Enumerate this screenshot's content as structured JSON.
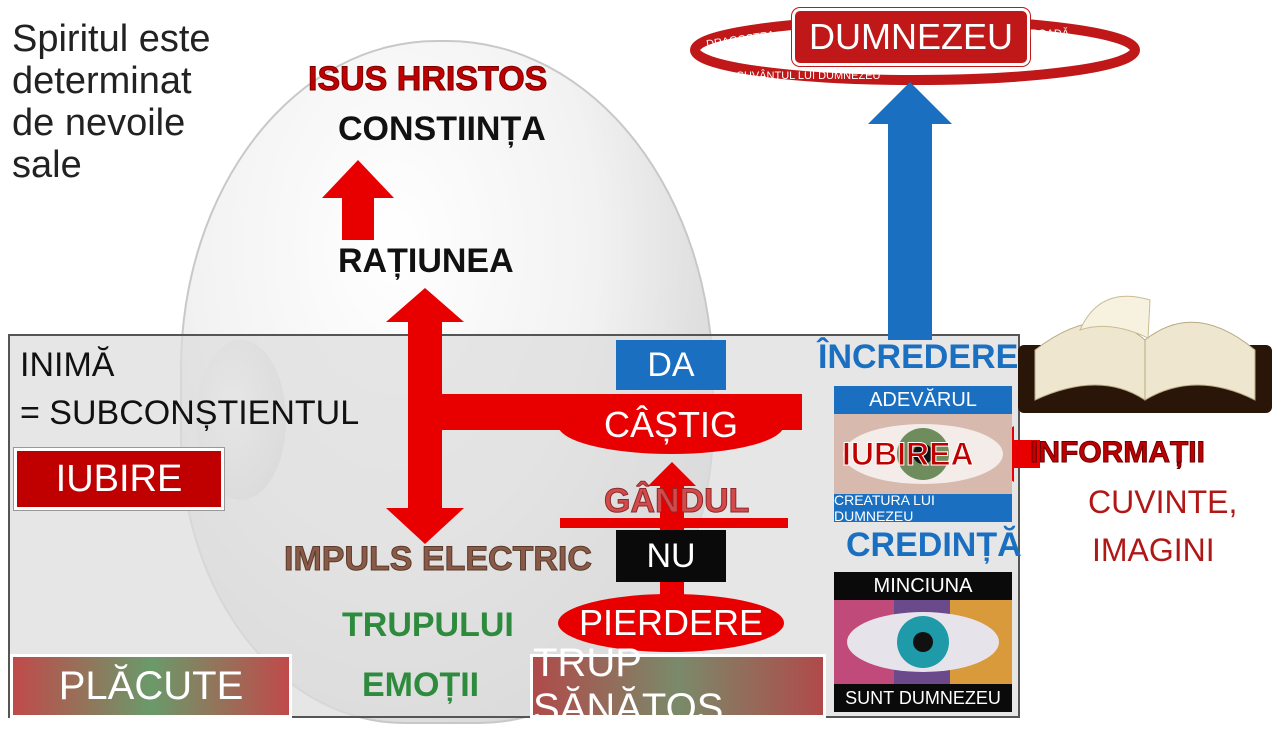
{
  "intro_text": "Spiritul este determinat de nevoile sale",
  "god": {
    "label": "DUMNEZEU",
    "ring_left": "DRAGOSTEA",
    "ring_right": "ROADĂ",
    "ring_bottom": "CUVÂNTUL LUI DUMNEZEU"
  },
  "head": {
    "isus": "ISUS HRISTOS",
    "constiinta": "CONSTIINȚA",
    "ratiunea": "RAȚIUNEA"
  },
  "heart": {
    "title": "INIMĂ",
    "subtitle": "= SUBCONȘTIENTUL",
    "iubire": "IUBIRE",
    "da": "DA",
    "castig": "CÂȘTIG",
    "gandul": "GÂNDUL",
    "nu": "NU",
    "pierdere": "PIERDERE",
    "impuls": "IMPULS ELECTRIC",
    "trupului": "TRUPULUI",
    "emotii": "EMOȚII",
    "placute": "PLĂCUTE",
    "trup_sanatos": "TRUP SĂNĂTOS"
  },
  "right": {
    "incredere": "ÎNCREDERE",
    "adevarul": "ADEVĂRUL",
    "iubirea": "IUBIREA",
    "creatura": "CREATURA LUI DUMNEZEU",
    "credinta": "CREDINȚĂ",
    "minciuna": "MINCIUNA",
    "sunt_dumnezeu": "SUNT DUMNEZEU",
    "informatii": "INFORMAȚII",
    "cuvinte": "CUVINTE,",
    "imagini": "IMAGINI"
  },
  "colors": {
    "red": "#e80000",
    "dark_red": "#c00000",
    "blue": "#1a6fc0",
    "green": "#2e8b3e",
    "brown": "#8a5a48"
  }
}
